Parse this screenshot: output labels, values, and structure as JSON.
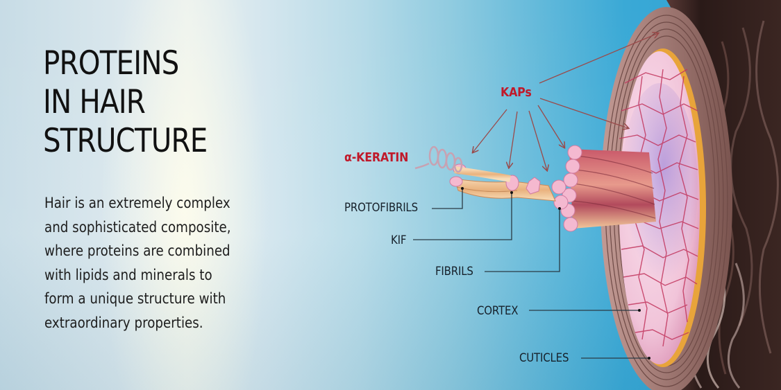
{
  "title": {
    "lines": [
      "PROTEINS",
      "IN HAIR",
      "STRUCTURE"
    ]
  },
  "description": {
    "lines": [
      "Hair is an extremely complex",
      "and sophisticated composite,",
      "where proteins are combined",
      "with lipids and minerals to",
      "form a unique structure with",
      "extraordinary properties."
    ]
  },
  "diagram": {
    "labels": {
      "kaps": "KAPs",
      "alpha_keratin": "α-KERATIN",
      "protofibrils": "PROTOFIBRILS",
      "kif": "KIF",
      "fibrils": "FIBRILS",
      "cortex": "CORTEX",
      "cuticles": "CUTICLES"
    },
    "colors": {
      "accent_red": "#c0192a",
      "label_text": "#16202a",
      "leader_line": "#2a3a44",
      "arrow": "#9a4a4a"
    }
  }
}
